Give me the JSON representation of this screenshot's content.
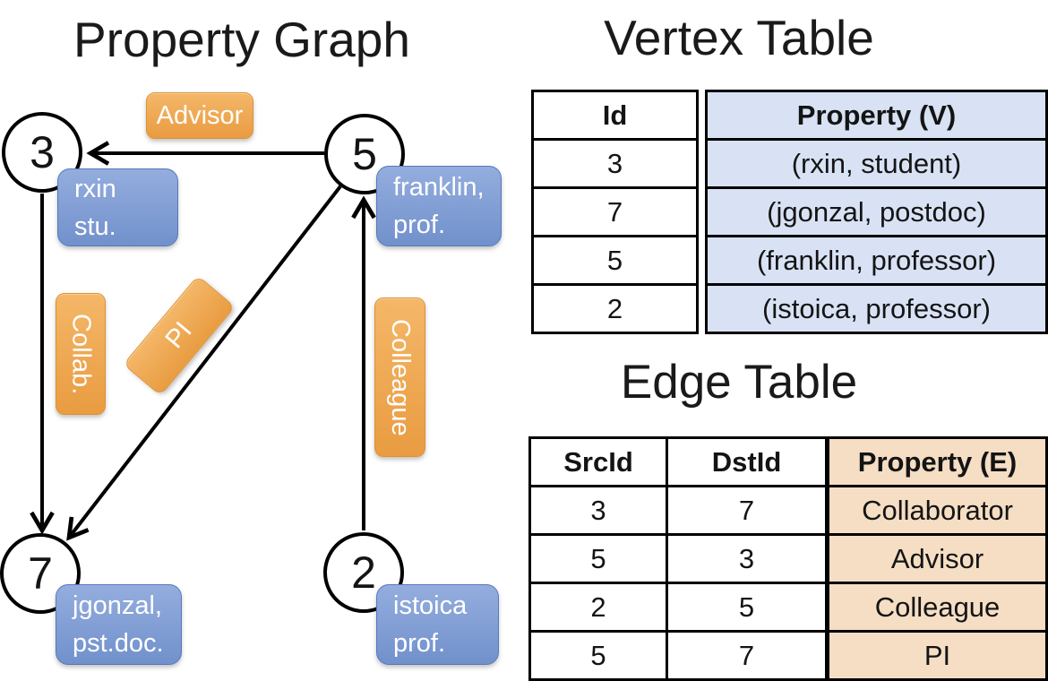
{
  "graph": {
    "title": "Property Graph",
    "nodes": [
      {
        "id": "3",
        "line1": "rxin",
        "line2": "stu."
      },
      {
        "id": "5",
        "line1": "franklin,",
        "line2": "prof."
      },
      {
        "id": "7",
        "line1": "jgonzal,",
        "line2": "pst.doc."
      },
      {
        "id": "2",
        "line1": "istoica",
        "line2": "prof."
      }
    ],
    "edges": [
      {
        "src": "5",
        "dst": "3",
        "label": "Advisor"
      },
      {
        "src": "3",
        "dst": "7",
        "label": "Collab."
      },
      {
        "src": "5",
        "dst": "7",
        "label": "PI"
      },
      {
        "src": "2",
        "dst": "5",
        "label": "Colleague"
      }
    ]
  },
  "vertex_table": {
    "title": "Vertex Table",
    "columns": {
      "id": "Id",
      "property": "Property (V)"
    },
    "rows": [
      {
        "id": "3",
        "property": "(rxin, student)"
      },
      {
        "id": "7",
        "property": "(jgonzal, postdoc)"
      },
      {
        "id": "5",
        "property": "(franklin, professor)"
      },
      {
        "id": "2",
        "property": "(istoica, professor)"
      }
    ]
  },
  "edge_table": {
    "title": "Edge Table",
    "columns": {
      "src": "SrcId",
      "dst": "DstId",
      "property": "Property (E)"
    },
    "rows": [
      {
        "src": "3",
        "dst": "7",
        "property": "Collaborator"
      },
      {
        "src": "5",
        "dst": "3",
        "property": "Advisor"
      },
      {
        "src": "2",
        "dst": "5",
        "property": "Colleague"
      },
      {
        "src": "5",
        "dst": "7",
        "property": "PI"
      }
    ]
  },
  "colors": {
    "edge_label_orange": "#EFA751",
    "vertex_label_blue": "#82A0D3",
    "vertex_cell_blue": "#D8E2F4",
    "edge_cell_tan": "#F5DEC4",
    "line_black": "#000000",
    "background": "#FFFFFF"
  }
}
